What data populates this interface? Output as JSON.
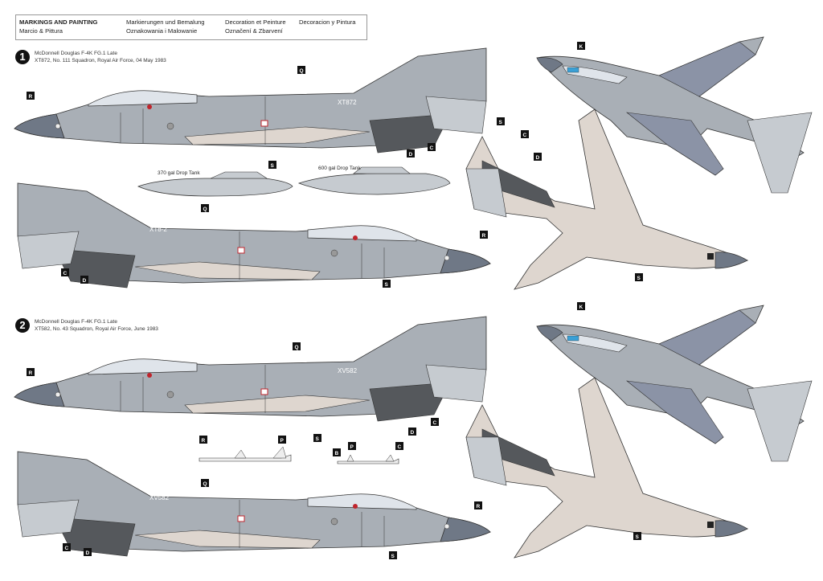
{
  "header": {
    "title_en": "MARKINGS AND PAINTING",
    "title_it": "Marcio & Pittura",
    "title_de": "Markierungen und Bemalung",
    "title_pl": "Oznakowania i Malowanie",
    "title_fr": "Decoration et Peinture",
    "title_cz": "Označení & Zbarvení",
    "title_es": "Decoracion y Pintura"
  },
  "schemes": [
    {
      "number": "1",
      "aircraft": "McDonnell Douglas F-4K FG.1 Late",
      "description": "XT872, No. 111 Squadron, Royal Air Force, 04 May 1983",
      "serial_marking": "XT872",
      "serial_marking_left": "XT8-2"
    },
    {
      "number": "2",
      "aircraft": "McDonnell Douglas F-4K FG.1 Late",
      "description": "XT582, No. 43 Squadron, Royal Air Force, June 1983",
      "serial_marking": "XV582",
      "serial_marking_left": "XV582"
    }
  ],
  "drop_tanks": {
    "tank_370": "370 gal Drop Tank",
    "tank_600": "600 gal Drop Tank"
  },
  "color_codes": {
    "R": "R",
    "Q": "Q",
    "S": "S",
    "C": "C",
    "D": "D",
    "K": "K",
    "P": "P",
    "B": "B"
  },
  "colors": {
    "upper_grey": "#a9afb6",
    "lower_grey": "#c6cbd0",
    "dark_panel": "#55585c",
    "nose_grey": "#6f7886",
    "camo_blue": "#8b93a6",
    "light_sand": "#ded6cf",
    "outline": "#333333",
    "roundel_red": "#c0242c"
  }
}
